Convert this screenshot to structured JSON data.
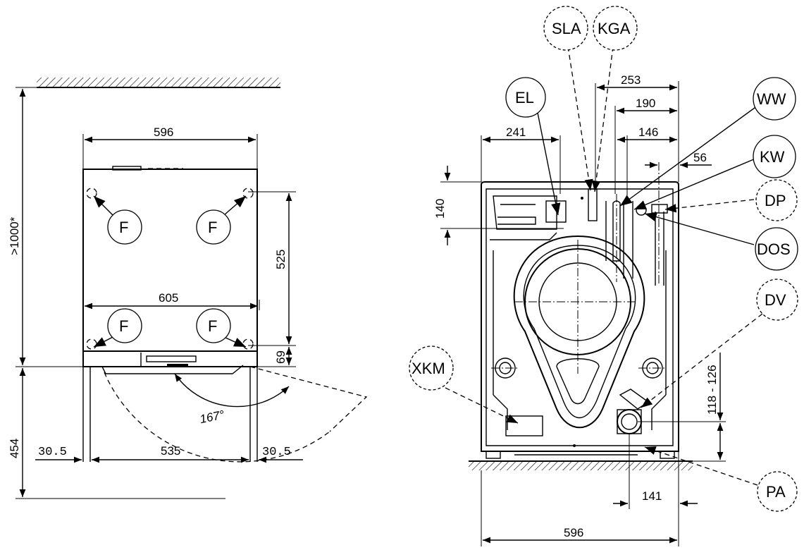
{
  "top_view": {
    "dimensions": {
      "width_596": "596",
      "width_605": "605",
      "depth_525": "525",
      "depth_69": "69",
      "height_1000": ">1000*",
      "height_454": "454",
      "side_left": "30.5",
      "center_535": "535",
      "side_right": "30.5",
      "door_angle": "167°"
    },
    "feet_label": "F"
  },
  "rear_view": {
    "dimensions": {
      "d_253": "253",
      "d_190": "190",
      "d_146": "146",
      "d_241": "241",
      "d_56": "56",
      "d_140": "140",
      "d_118_126": "118 - 126",
      "d_141": "141",
      "d_596": "596"
    },
    "callouts": {
      "sla": "SLA",
      "kga": "KGA",
      "el": "EL",
      "ww": "WW",
      "kw": "KW",
      "dp": "DP",
      "dos": "DOS",
      "dv": "DV",
      "xkm": "XKM",
      "pa": "PA"
    }
  }
}
